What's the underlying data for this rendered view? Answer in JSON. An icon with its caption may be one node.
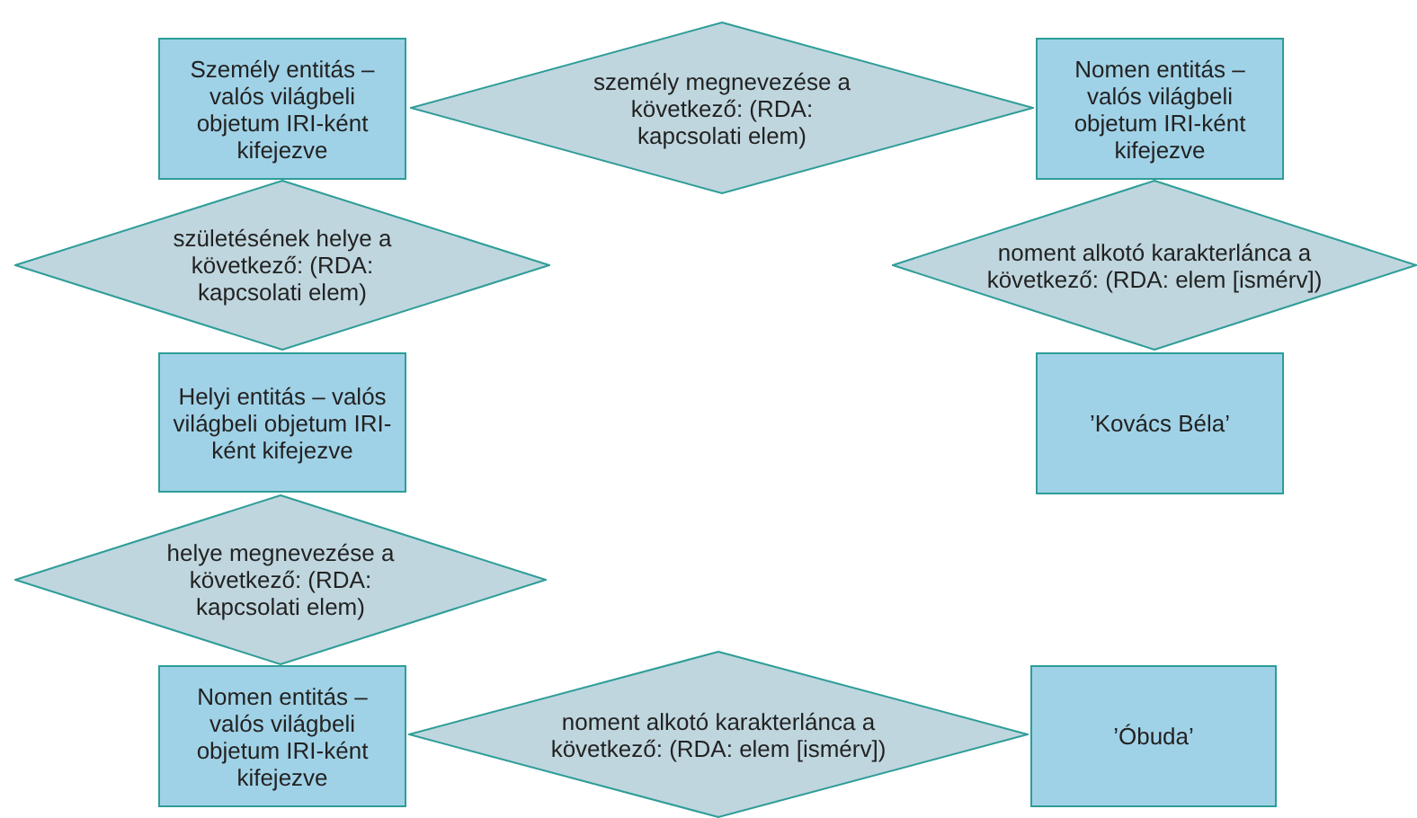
{
  "diagram": {
    "nodes": [
      {
        "text": [
          "Személy entitás – valós világbeli objetum IRI-ként kifejezve"
        ]
      },
      {
        "text": [
          "személy megnevezése a következő: (RDA: kapcsolati elem)"
        ]
      },
      {
        "text": [
          "Nomen entitás – valós világbeli objetum IRI-ként kifejezve"
        ]
      },
      {
        "text": [
          "születésének helye a következő: (RDA: kapcsolati elem)"
        ]
      },
      {
        "text": [
          "noment alkotó karakterlánca a következő: (RDA: elem [ismérv])"
        ]
      },
      {
        "text": [
          "Helyi entitás – valós világbeli objetum IRI-ként kifejezve"
        ]
      },
      {
        "text": [
          "’Kovács Béla’"
        ]
      },
      {
        "text": [
          "helye megnevezése a következő: (RDA: kapcsolati elem)"
        ]
      },
      {
        "text": [
          "Nomen entitás – valós világbeli objetum IRI-ként kifejezve"
        ]
      },
      {
        "text": [
          "noment alkotó karakterlánca a következő: (RDA: elem [ismérv])"
        ]
      },
      {
        "text": [
          "’Óbuda’"
        ]
      }
    ]
  }
}
